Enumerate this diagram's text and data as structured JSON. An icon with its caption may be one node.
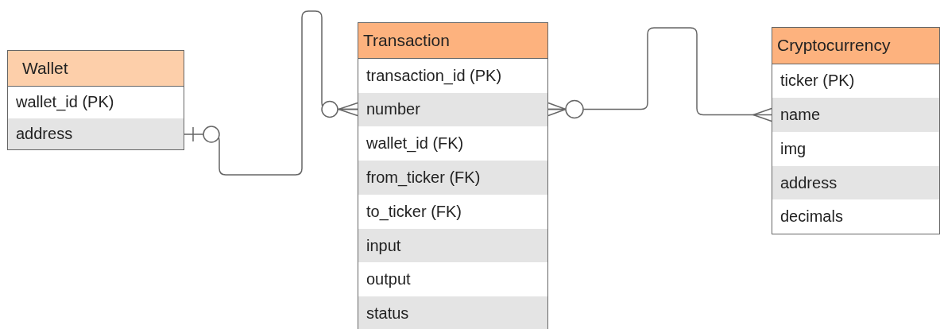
{
  "diagram": {
    "nodes": [
      {
        "text": [
          "Wallet"
        ]
      },
      {
        "text": [
          "wallet_id (PK)"
        ],
        "in": 0
      },
      {
        "text": [
          "address"
        ],
        "in": 0
      },
      {
        "text": [
          "Transaction"
        ]
      },
      {
        "text": [
          "transaction_id (PK)"
        ],
        "in": 3
      },
      {
        "text": [
          "number"
        ],
        "in": 3
      },
      {
        "text": [
          "wallet_id (FK)"
        ],
        "in": 3
      },
      {
        "text": [
          "from_ticker (FK)"
        ],
        "in": 3
      },
      {
        "text": [
          "to_ticker (FK)"
        ],
        "in": 3
      },
      {
        "text": [
          "input"
        ],
        "in": 3
      },
      {
        "text": [
          "output"
        ],
        "in": 3
      },
      {
        "text": [
          "status"
        ],
        "in": 3
      },
      {
        "text": [
          "Cryptocurrency"
        ]
      },
      {
        "text": [
          "ticker (PK)"
        ],
        "in": 12
      },
      {
        "text": [
          "name"
        ],
        "in": 12
      },
      {
        "text": [
          "img"
        ],
        "in": 12
      },
      {
        "text": [
          "address"
        ],
        "in": 12
      },
      {
        "text": [
          "decimals"
        ],
        "in": 12
      }
    ],
    "edges": [
      {
        "from": 2,
        "to": 5,
        "arrow": "other"
      },
      {
        "from": 5,
        "to": 14,
        "arrow": "other"
      }
    ]
  }
}
